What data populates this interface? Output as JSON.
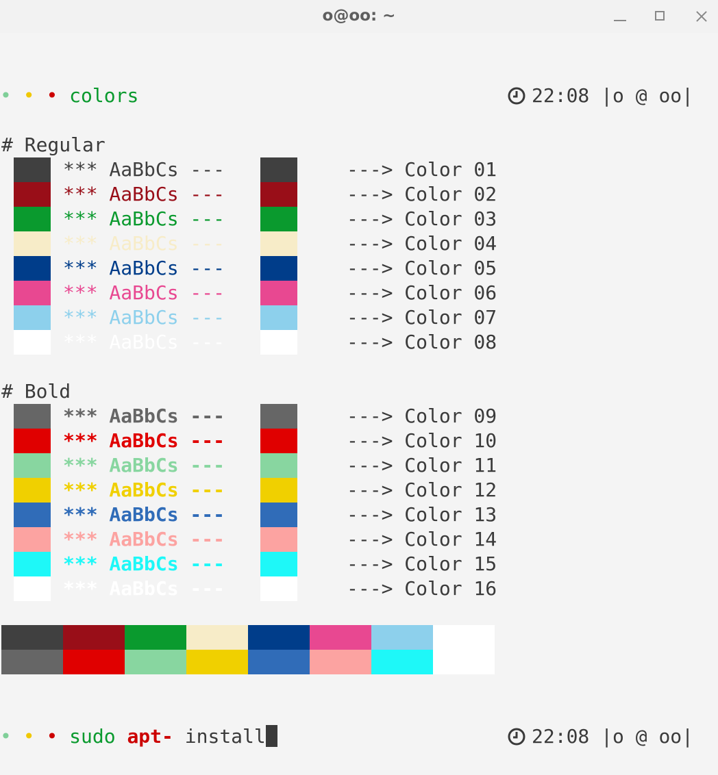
{
  "window": {
    "title": "o@oo: ~"
  },
  "prompt1": {
    "dots": [
      "•",
      "•",
      "•"
    ],
    "command": "colors",
    "time": "22:08",
    "host": "|o @ oo|"
  },
  "regular": {
    "heading": "# Regular",
    "rows": [
      {
        "color": "#404040",
        "text": "*** AaBbCs ---",
        "label": "---> Color 01"
      },
      {
        "color": "#990e18",
        "text": "*** AaBbCs ---",
        "label": "---> Color 02"
      },
      {
        "color": "#0a9a2e",
        "text": "*** AaBbCs ---",
        "label": "---> Color 03"
      },
      {
        "color": "#f7ecc8",
        "text": "*** AaBbCs ---",
        "label": "---> Color 04"
      },
      {
        "color": "#003d8a",
        "text": "*** AaBbCs ---",
        "label": "---> Color 05"
      },
      {
        "color": "#e84891",
        "text": "*** AaBbCs ---",
        "label": "---> Color 06"
      },
      {
        "color": "#8dd0ec",
        "text": "*** AaBbCs ---",
        "label": "---> Color 07"
      },
      {
        "color": "#ffffff",
        "text": "*** AaBbCs ---",
        "label": "---> Color 08"
      }
    ]
  },
  "bold": {
    "heading": "# Bold",
    "rows": [
      {
        "color": "#666666",
        "text": "*** AaBbCs ---",
        "label": "---> Color 09"
      },
      {
        "color": "#e00000",
        "text": "*** AaBbCs ---",
        "label": "---> Color 10"
      },
      {
        "color": "#88d6a0",
        "text": "*** AaBbCs ---",
        "label": "---> Color 11"
      },
      {
        "color": "#f0d000",
        "text": "*** AaBbCs ---",
        "label": "---> Color 12"
      },
      {
        "color": "#306cb8",
        "text": "*** AaBbCs ---",
        "label": "---> Color 13"
      },
      {
        "color": "#fca3a1",
        "text": "*** AaBbCs ---",
        "label": "---> Color 14"
      },
      {
        "color": "#1ef8f8",
        "text": "*** AaBbCs ---",
        "label": "---> Color 15"
      },
      {
        "color": "#ffffff",
        "text": "*** AaBbCs ---",
        "label": "---> Color 16"
      }
    ]
  },
  "prompt2": {
    "dots": [
      "•",
      "•",
      "•"
    ],
    "cmd": "sudo",
    "arg": "apt-",
    "rest": "install",
    "time": "22:08",
    "host": "|o @ oo|"
  },
  "icons": {
    "clock": "clock-icon",
    "minimize": "minimize-icon",
    "maximize": "maximize-icon",
    "close": "close-icon"
  }
}
